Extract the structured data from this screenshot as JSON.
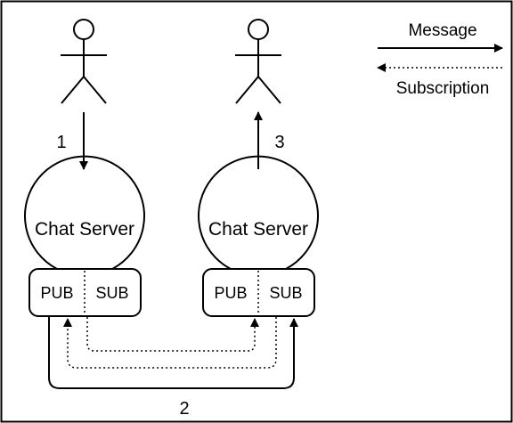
{
  "legend": {
    "message_label": "Message",
    "subscription_label": "Subscription"
  },
  "servers": [
    {
      "label": "Chat Server",
      "pub_label": "PUB",
      "sub_label": "SUB"
    },
    {
      "label": "Chat Server",
      "pub_label": "PUB",
      "sub_label": "SUB"
    }
  ],
  "steps": [
    "1",
    "2",
    "3"
  ]
}
